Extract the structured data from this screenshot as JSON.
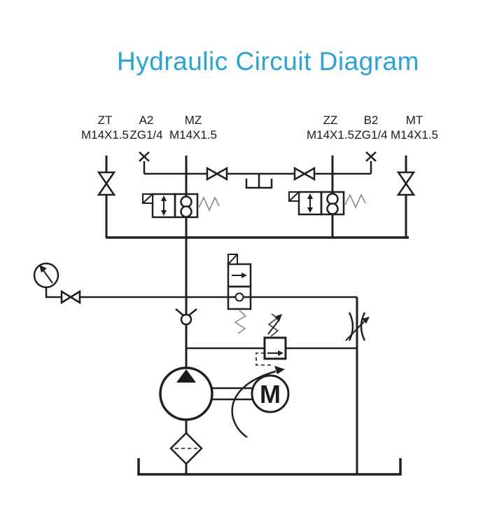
{
  "title": {
    "text": "Hydraulic Circuit Diagram",
    "color": "#29a4da"
  },
  "ports": [
    {
      "name": "ZT",
      "thread": "M14X1.5"
    },
    {
      "name": "A2",
      "thread": "ZG1/4"
    },
    {
      "name": "MZ",
      "thread": "M14X1.5"
    },
    {
      "name": "ZZ",
      "thread": "M14X1.5"
    },
    {
      "name": "B2",
      "thread": "ZG1/4"
    },
    {
      "name": "MT",
      "thread": "M14X1.5"
    }
  ],
  "motor": {
    "label": "M"
  },
  "colors": {
    "line": "#1f1f1f",
    "spring": "#8a8a8a",
    "background": "#ffffff"
  },
  "symbols": [
    "pressure-gauge-icon",
    "shutoff-valve-icon",
    "plugged-port-icon",
    "breather-tank-vent-icon",
    "solenoid-check-cartridge-valve-icon",
    "solenoid-vent-valve-icon",
    "check-valve-icon",
    "relief-valve-icon",
    "adjustable-throttle-valve-icon",
    "pump-icon",
    "electric-motor-icon",
    "suction-filter-icon",
    "reservoir-tank-icon",
    "rotation-arrow-icon"
  ]
}
